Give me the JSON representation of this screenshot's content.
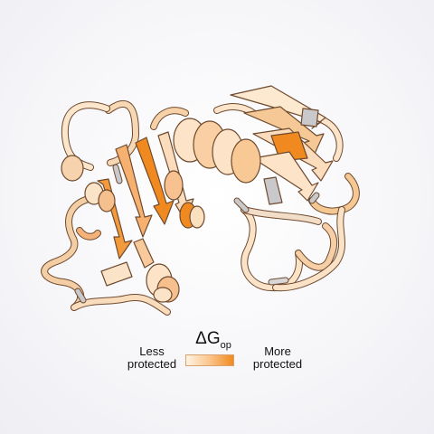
{
  "legend": {
    "less_label": "Less protected",
    "more_label": "More protected",
    "symbol_main": "ΔG",
    "symbol_sub": "op"
  },
  "colors": {
    "least": "#fff3e3",
    "mid": "#f9c28c",
    "most": "#f08a20",
    "unassigned": "#c9c9cc",
    "outline": "#6e4a2f"
  }
}
